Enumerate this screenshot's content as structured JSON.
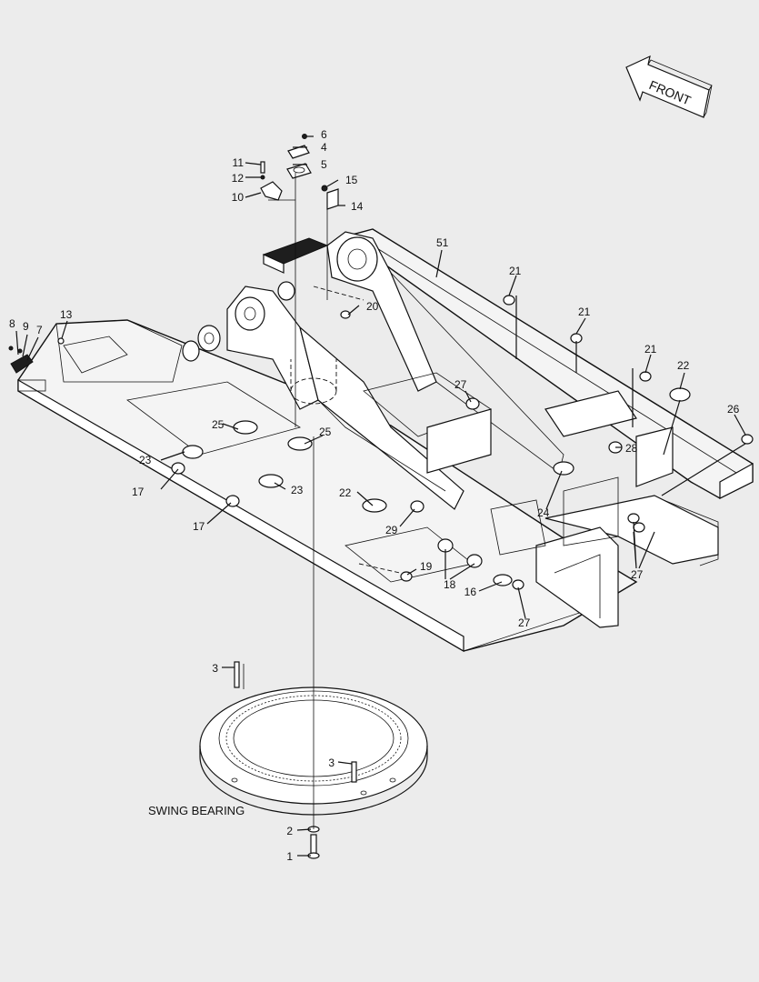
{
  "diagram": {
    "caption": "SWING BEARING",
    "direction_label": "FRONT",
    "callouts": [
      {
        "id": "c1",
        "text": "1"
      },
      {
        "id": "c2",
        "text": "2"
      },
      {
        "id": "c3a",
        "text": "3"
      },
      {
        "id": "c3b",
        "text": "3"
      },
      {
        "id": "c4",
        "text": "4"
      },
      {
        "id": "c5",
        "text": "5"
      },
      {
        "id": "c6",
        "text": "6"
      },
      {
        "id": "c7",
        "text": "7"
      },
      {
        "id": "c8",
        "text": "8"
      },
      {
        "id": "c9",
        "text": "9"
      },
      {
        "id": "c10",
        "text": "10"
      },
      {
        "id": "c11",
        "text": "11"
      },
      {
        "id": "c12",
        "text": "12"
      },
      {
        "id": "c13",
        "text": "13"
      },
      {
        "id": "c14",
        "text": "14"
      },
      {
        "id": "c15",
        "text": "15"
      },
      {
        "id": "c16",
        "text": "16"
      },
      {
        "id": "c17a",
        "text": "17"
      },
      {
        "id": "c17b",
        "text": "17"
      },
      {
        "id": "c18",
        "text": "18"
      },
      {
        "id": "c19",
        "text": "19"
      },
      {
        "id": "c20",
        "text": "20"
      },
      {
        "id": "c21a",
        "text": "21"
      },
      {
        "id": "c21b",
        "text": "21"
      },
      {
        "id": "c21c",
        "text": "21"
      },
      {
        "id": "c22a",
        "text": "22"
      },
      {
        "id": "c22b",
        "text": "22"
      },
      {
        "id": "c23a",
        "text": "23"
      },
      {
        "id": "c23b",
        "text": "23"
      },
      {
        "id": "c24",
        "text": "24"
      },
      {
        "id": "c25a",
        "text": "25"
      },
      {
        "id": "c25b",
        "text": "25"
      },
      {
        "id": "c26",
        "text": "26"
      },
      {
        "id": "c27a",
        "text": "27"
      },
      {
        "id": "c27b",
        "text": "27"
      },
      {
        "id": "c27c",
        "text": "27"
      },
      {
        "id": "c28",
        "text": "28"
      },
      {
        "id": "c29",
        "text": "29"
      },
      {
        "id": "c51",
        "text": "51"
      }
    ]
  }
}
